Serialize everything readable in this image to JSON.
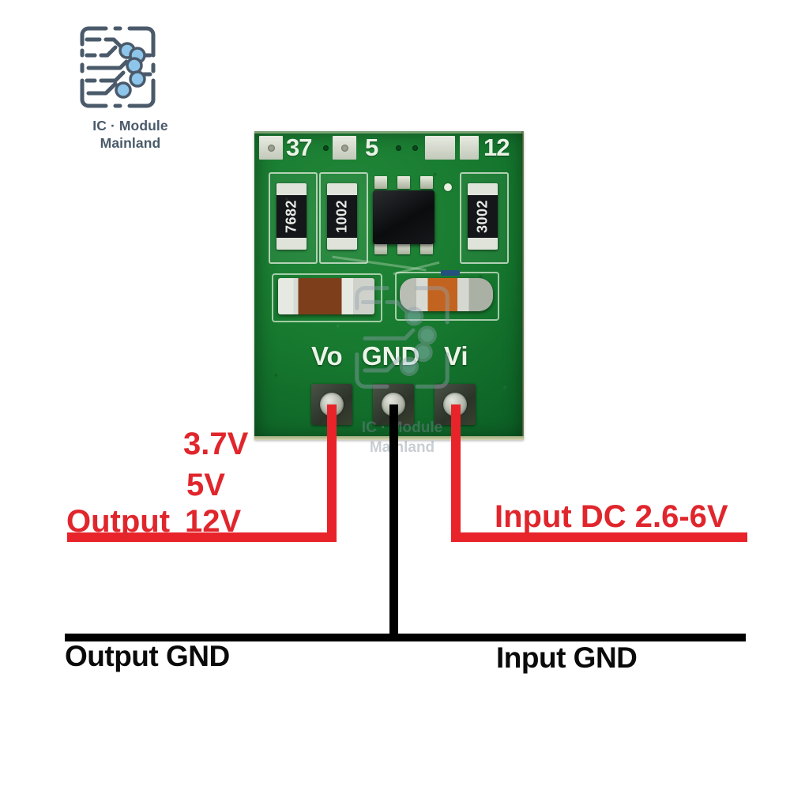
{
  "brand": {
    "name_line1": "IC · Module",
    "name_line2": "Mainland",
    "logo_icon": "circuit-board-icon",
    "accent_color": "#8ec5ea",
    "outline_color": "#4a5a6a"
  },
  "watermark": {
    "line1": "IC · Module",
    "line2": "Mainland",
    "icon": "circuit-board-icon"
  },
  "board": {
    "name": "dc-dc-boost-converter-module",
    "color": "#0e6427",
    "silkscreen_top": {
      "voltages": [
        "37",
        "5",
        "12"
      ]
    },
    "components": [
      {
        "ref": "R1",
        "code": "7682",
        "type": "smd-resistor"
      },
      {
        "ref": "R2",
        "code": "1002",
        "type": "smd-resistor"
      },
      {
        "ref": "U1",
        "code": "",
        "type": "sot23-6-ic"
      },
      {
        "ref": "R3",
        "code": "3002",
        "type": "smd-resistor"
      }
    ],
    "pins": [
      {
        "label": "Vo",
        "name": "pad-vo"
      },
      {
        "label": "GND",
        "name": "pad-gnd"
      },
      {
        "label": "Vi",
        "name": "pad-vi"
      }
    ]
  },
  "annotations": {
    "output_voltages": [
      "3.7V",
      "5V",
      "12V"
    ],
    "output_label": "Output",
    "output_selected": "12V",
    "input_label": "Input DC 2.6-6V",
    "output_gnd_label": "Output GND",
    "input_gnd_label": "Input GND",
    "wire_red_color": "#e8232a",
    "wire_black_color": "#000000"
  }
}
